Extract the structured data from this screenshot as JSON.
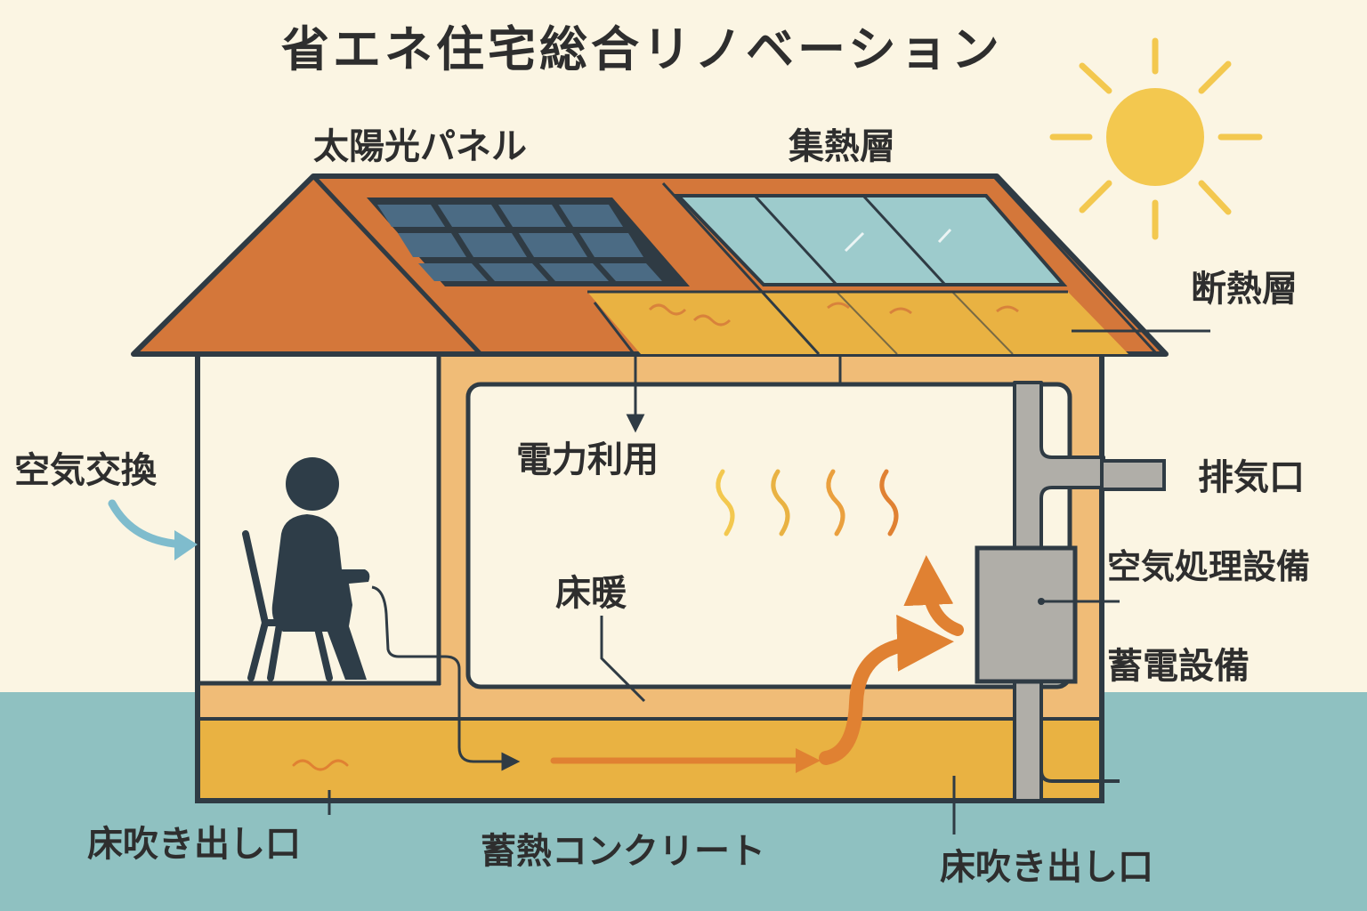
{
  "title": "省エネ住宅総合リノベーション",
  "labels": {
    "solar_panel": "太陽光パネル",
    "heat_collector": "集熱層",
    "insulation": "断熱層",
    "air_exchange": "空気交換",
    "power_use": "電力利用",
    "exhaust": "排気口",
    "air_handling": "空気処理設備",
    "floor_heating": "床暖",
    "battery": "蓄電設備",
    "floor_outlet_left": "床吹き出し口",
    "thermal_concrete": "蓄熱コンクリート",
    "floor_outlet_right": "床吹き出し口"
  },
  "colors": {
    "background": "#fbf5e3",
    "ground": "#8fc1c1",
    "roof": "#d4773a",
    "wall_frame": "#f0bc77",
    "concrete": "#e9b242",
    "outline": "#2f3b44",
    "sun": "#f3c84f",
    "solar_panel": "#4b6b84",
    "collector_glass": "#9dcbcc",
    "duct": "#b0aea8",
    "flow_arrow": "#e08132",
    "air_arrow": "#7fbccd",
    "person": "#2e3d48"
  },
  "icons": {
    "sun": "sun-icon",
    "person": "seated-person-icon",
    "chair": "chair-icon",
    "heat": "heat-wave-icon"
  }
}
